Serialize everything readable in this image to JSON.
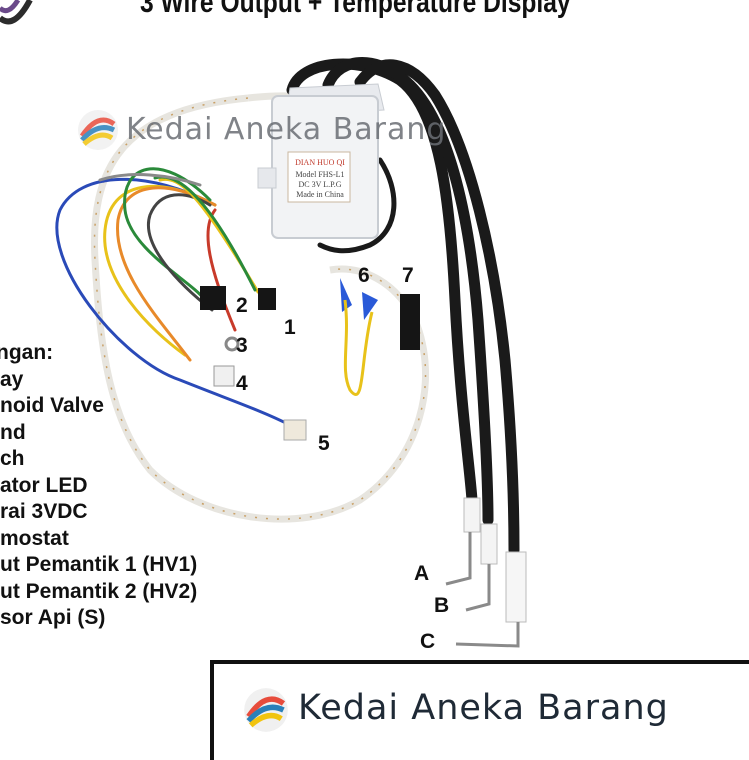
{
  "title": "3 Wire Output + Temperature Display",
  "watermarks": {
    "top": "Kedai Aneka Barang",
    "bottom": "Kedai Aneka Barang"
  },
  "device_label": {
    "brand": "DIAN HUO QI",
    "model": "Model FHS-L1",
    "spec": "DC  3V  L.P.G",
    "origin": "Made in China"
  },
  "connector_labels": [
    "1",
    "2",
    "3",
    "4",
    "5",
    "6",
    "7"
  ],
  "electrode_labels": [
    "A",
    "B",
    "C"
  ],
  "legend": {
    "heading": "ngan:",
    "items": [
      "ay",
      "noid Valve",
      "nd",
      "ch",
      "ator LED",
      "rai 3VDC",
      "mostat",
      "ut Pemantik 1 (HV1)",
      "ut Pemantik 2 (HV2)",
      "sor Api (S)"
    ]
  },
  "colors": {
    "cable_black": "#1a1a1a",
    "wire_yellow": "#e8c21a",
    "wire_orange": "#e88a2a",
    "wire_green": "#2a8a3a",
    "wire_blue": "#2a4ab8",
    "wire_grey": "#8a8a8a",
    "wire_red": "#c83a2a",
    "module_white": "#f2f3f5",
    "watermark_grey": "#6a6e74"
  }
}
